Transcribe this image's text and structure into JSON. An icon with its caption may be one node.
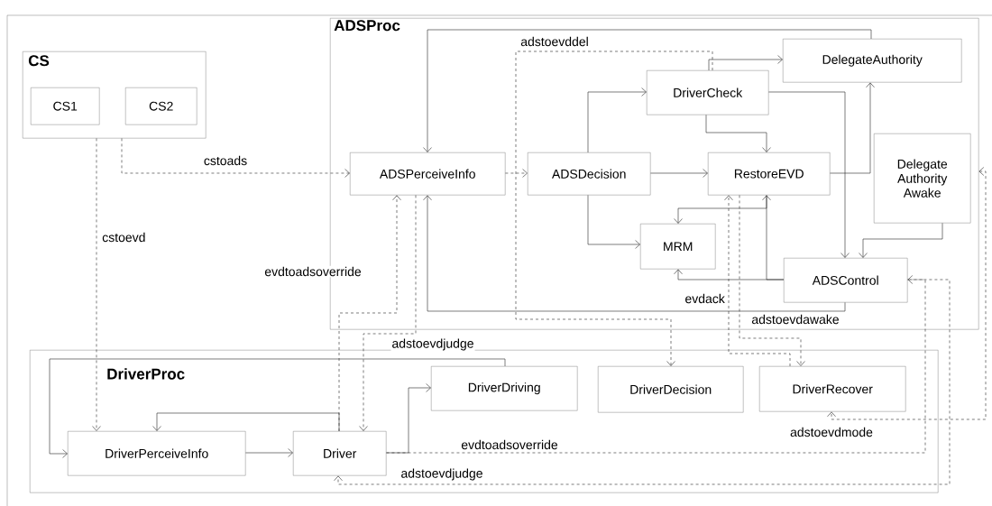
{
  "diagram": {
    "nodes": [
      {
        "text": [
          "CS"
        ]
      },
      {
        "text": [
          "CS1"
        ],
        "in": 0
      },
      {
        "text": [
          "CS2"
        ],
        "in": 0
      },
      {
        "text": [
          "ADSProc"
        ]
      },
      {
        "text": [
          "ADSPerceiveInfo"
        ],
        "in": 3
      },
      {
        "text": [
          "ADSDecision"
        ],
        "in": 3
      },
      {
        "text": [
          "DriverCheck"
        ],
        "in": 3
      },
      {
        "text": [
          "DelegateAuthority"
        ],
        "in": 3
      },
      {
        "text": [
          "RestoreEVD"
        ],
        "in": 3
      },
      {
        "text": [
          "Delegate Authority Awake"
        ],
        "in": 3
      },
      {
        "text": [
          "MRM"
        ],
        "in": 3
      },
      {
        "text": [
          "ADSControl"
        ],
        "in": 3
      },
      {
        "text": [
          "DriverProc"
        ]
      },
      {
        "text": [
          "DriverPerceiveInfo"
        ],
        "in": 12
      },
      {
        "text": [
          "Driver"
        ],
        "in": 12
      },
      {
        "text": [
          "DriverDriving"
        ],
        "in": 12
      },
      {
        "text": [
          "DriverDecision"
        ],
        "in": 12
      },
      {
        "text": [
          "DriverRecover"
        ],
        "in": 12
      }
    ],
    "edges": [
      {
        "from": 0,
        "to": 4,
        "arrow": "to",
        "style": "dashed",
        "label": "cstoads"
      },
      {
        "from": 0,
        "to": 13,
        "arrow": "to",
        "style": "dashed",
        "label": "cstoevd"
      },
      {
        "from": 4,
        "to": 5,
        "arrow": "to",
        "style": "dashed"
      },
      {
        "from": 5,
        "to": 6,
        "arrow": "to"
      },
      {
        "from": 5,
        "to": 8,
        "arrow": "to"
      },
      {
        "from": 5,
        "to": 10,
        "arrow": "to"
      },
      {
        "from": 6,
        "to": 8,
        "arrow": "to"
      },
      {
        "from": 6,
        "to": 7,
        "arrow": "to"
      },
      {
        "from": 6,
        "to": 11,
        "arrow": "to"
      },
      {
        "from": 8,
        "to": 7,
        "arrow": "to"
      },
      {
        "from": 9,
        "to": 11,
        "arrow": "to"
      },
      {
        "from": 8,
        "to": 10,
        "arrow": "to"
      },
      {
        "from": 11,
        "to": 8,
        "arrow": "to"
      },
      {
        "from": 11,
        "to": 10,
        "arrow": "to"
      },
      {
        "from": 7,
        "to": 4,
        "arrow": "to"
      },
      {
        "from": 11,
        "to": 4,
        "arrow": "to"
      },
      {
        "from": 6,
        "to": 16,
        "arrow": "to",
        "style": "dashed",
        "label": "adstoevddel"
      },
      {
        "from": 14,
        "to": 4,
        "arrow": "to",
        "style": "dashed",
        "label": "evdtoadsoverride"
      },
      {
        "from": 4,
        "to": 14,
        "arrow": "to",
        "style": "dashed",
        "label": "adstoevdjudge"
      },
      {
        "from": 8,
        "to": 17,
        "arrow": "to",
        "style": "dashed",
        "label": "adstoevdawake"
      },
      {
        "from": 17,
        "to": 8,
        "arrow": "to",
        "style": "dashed",
        "label": "evdack"
      },
      {
        "from": 3,
        "to": 17,
        "arrow": "both",
        "style": "dashed",
        "label": "adstoevdmode"
      },
      {
        "from": 14,
        "to": 11,
        "arrow": "to",
        "style": "dashed",
        "label": "evdtoadsoverride"
      },
      {
        "from": 11,
        "to": 14,
        "arrow": "to",
        "style": "dashed",
        "label": "adstoevdjudge"
      },
      {
        "from": 14,
        "to": 13,
        "arrow": "to"
      },
      {
        "from": 15,
        "to": 13,
        "arrow": "to"
      },
      {
        "from": 13,
        "to": 14,
        "arrow": "to"
      },
      {
        "from": 14,
        "to": 15,
        "arrow": "to"
      }
    ]
  }
}
